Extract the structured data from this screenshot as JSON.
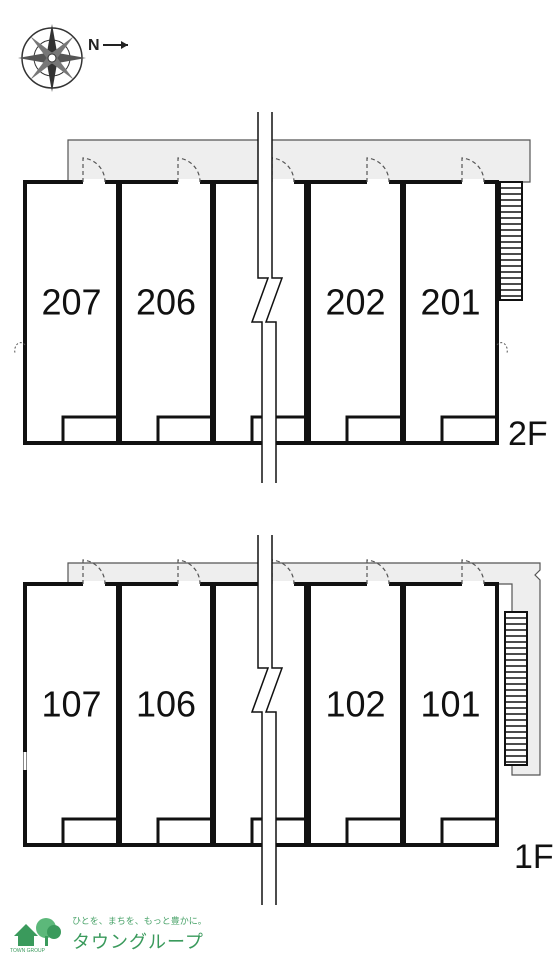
{
  "compass": {
    "north_label": "N",
    "icon": "compass-rose-icon"
  },
  "floors": [
    {
      "level": "2F",
      "units_left": [
        "207",
        "206"
      ],
      "units_right": [
        "202",
        "201"
      ]
    },
    {
      "level": "1F",
      "units_left": [
        "107",
        "106"
      ],
      "units_right": [
        "102",
        "101"
      ]
    }
  ],
  "brand": {
    "tagline": "ひとを、まちを、もっと豊かに。",
    "name": "タウングループ",
    "sub": "TOWN GROUP",
    "icon": "house-tree-logo-icon",
    "color": "#3a9a5c"
  },
  "colors": {
    "wall": "#111111",
    "corridor": "#eeeeee",
    "thin_line": "#555555"
  }
}
